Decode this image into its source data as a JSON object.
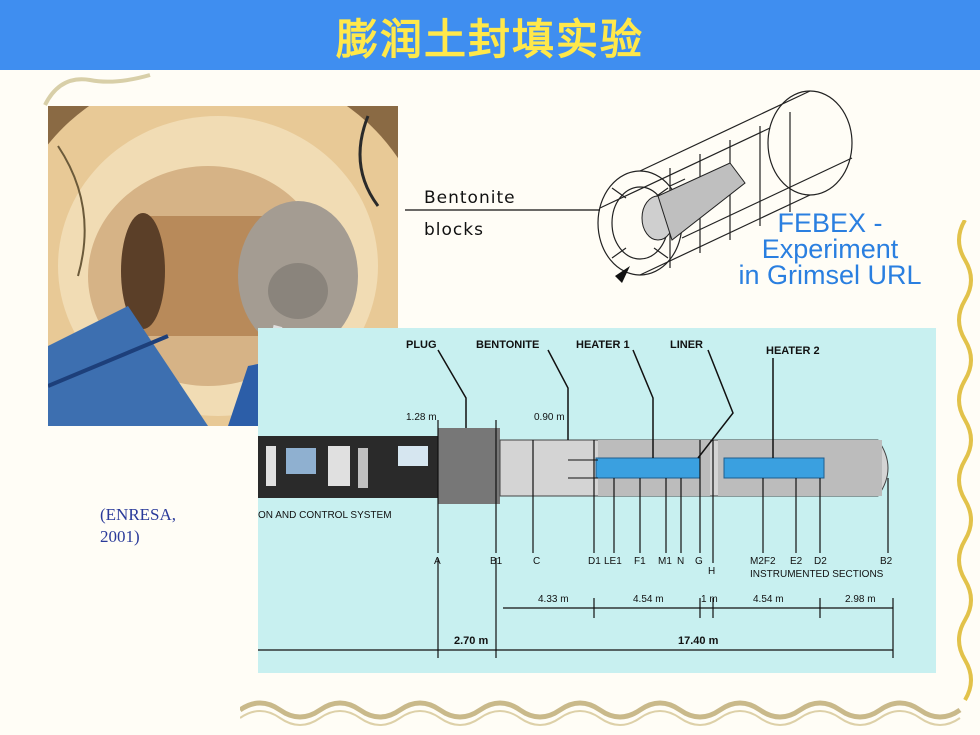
{
  "slide": {
    "title": "膨润土封填实验",
    "citation_line1": "(ENRESA,",
    "citation_line2": "2001)"
  },
  "drawing": {
    "callout_line1": "Bentonite",
    "callout_line2": "blocks",
    "caption_line1": "FEBEX -",
    "caption_line2": "Experiment",
    "caption_line3": "in Grimsel URL"
  },
  "diagram": {
    "top_labels": [
      "PLUG",
      "BENTONITE",
      "HEATER 1",
      "LINER",
      "HEATER 2"
    ],
    "dim_small_left": "1.28 m",
    "dim_small_mid": "0.90 m",
    "system_label": "ON AND CONTROL SYSTEM",
    "section_labels": [
      "A",
      "B1",
      "C",
      "D1",
      "LE1",
      "F1",
      "M1",
      "N",
      "G",
      "H",
      "M2F2",
      "E2",
      "D2",
      "B2"
    ],
    "instrumented_label": "INSTRUMENTED SECTIONS",
    "dims_row1": [
      "4.33 m",
      "4.54 m",
      "1 m",
      "4.54 m",
      "2.98 m"
    ],
    "dims_row2": [
      "2.70 m",
      "17.40 m"
    ]
  },
  "colors": {
    "banner": "#3f8ef0",
    "title": "#ffe84a",
    "caption": "#2a7fe0",
    "diagram_bg": "#c8f0f0",
    "heater": "#3aa0e0"
  }
}
